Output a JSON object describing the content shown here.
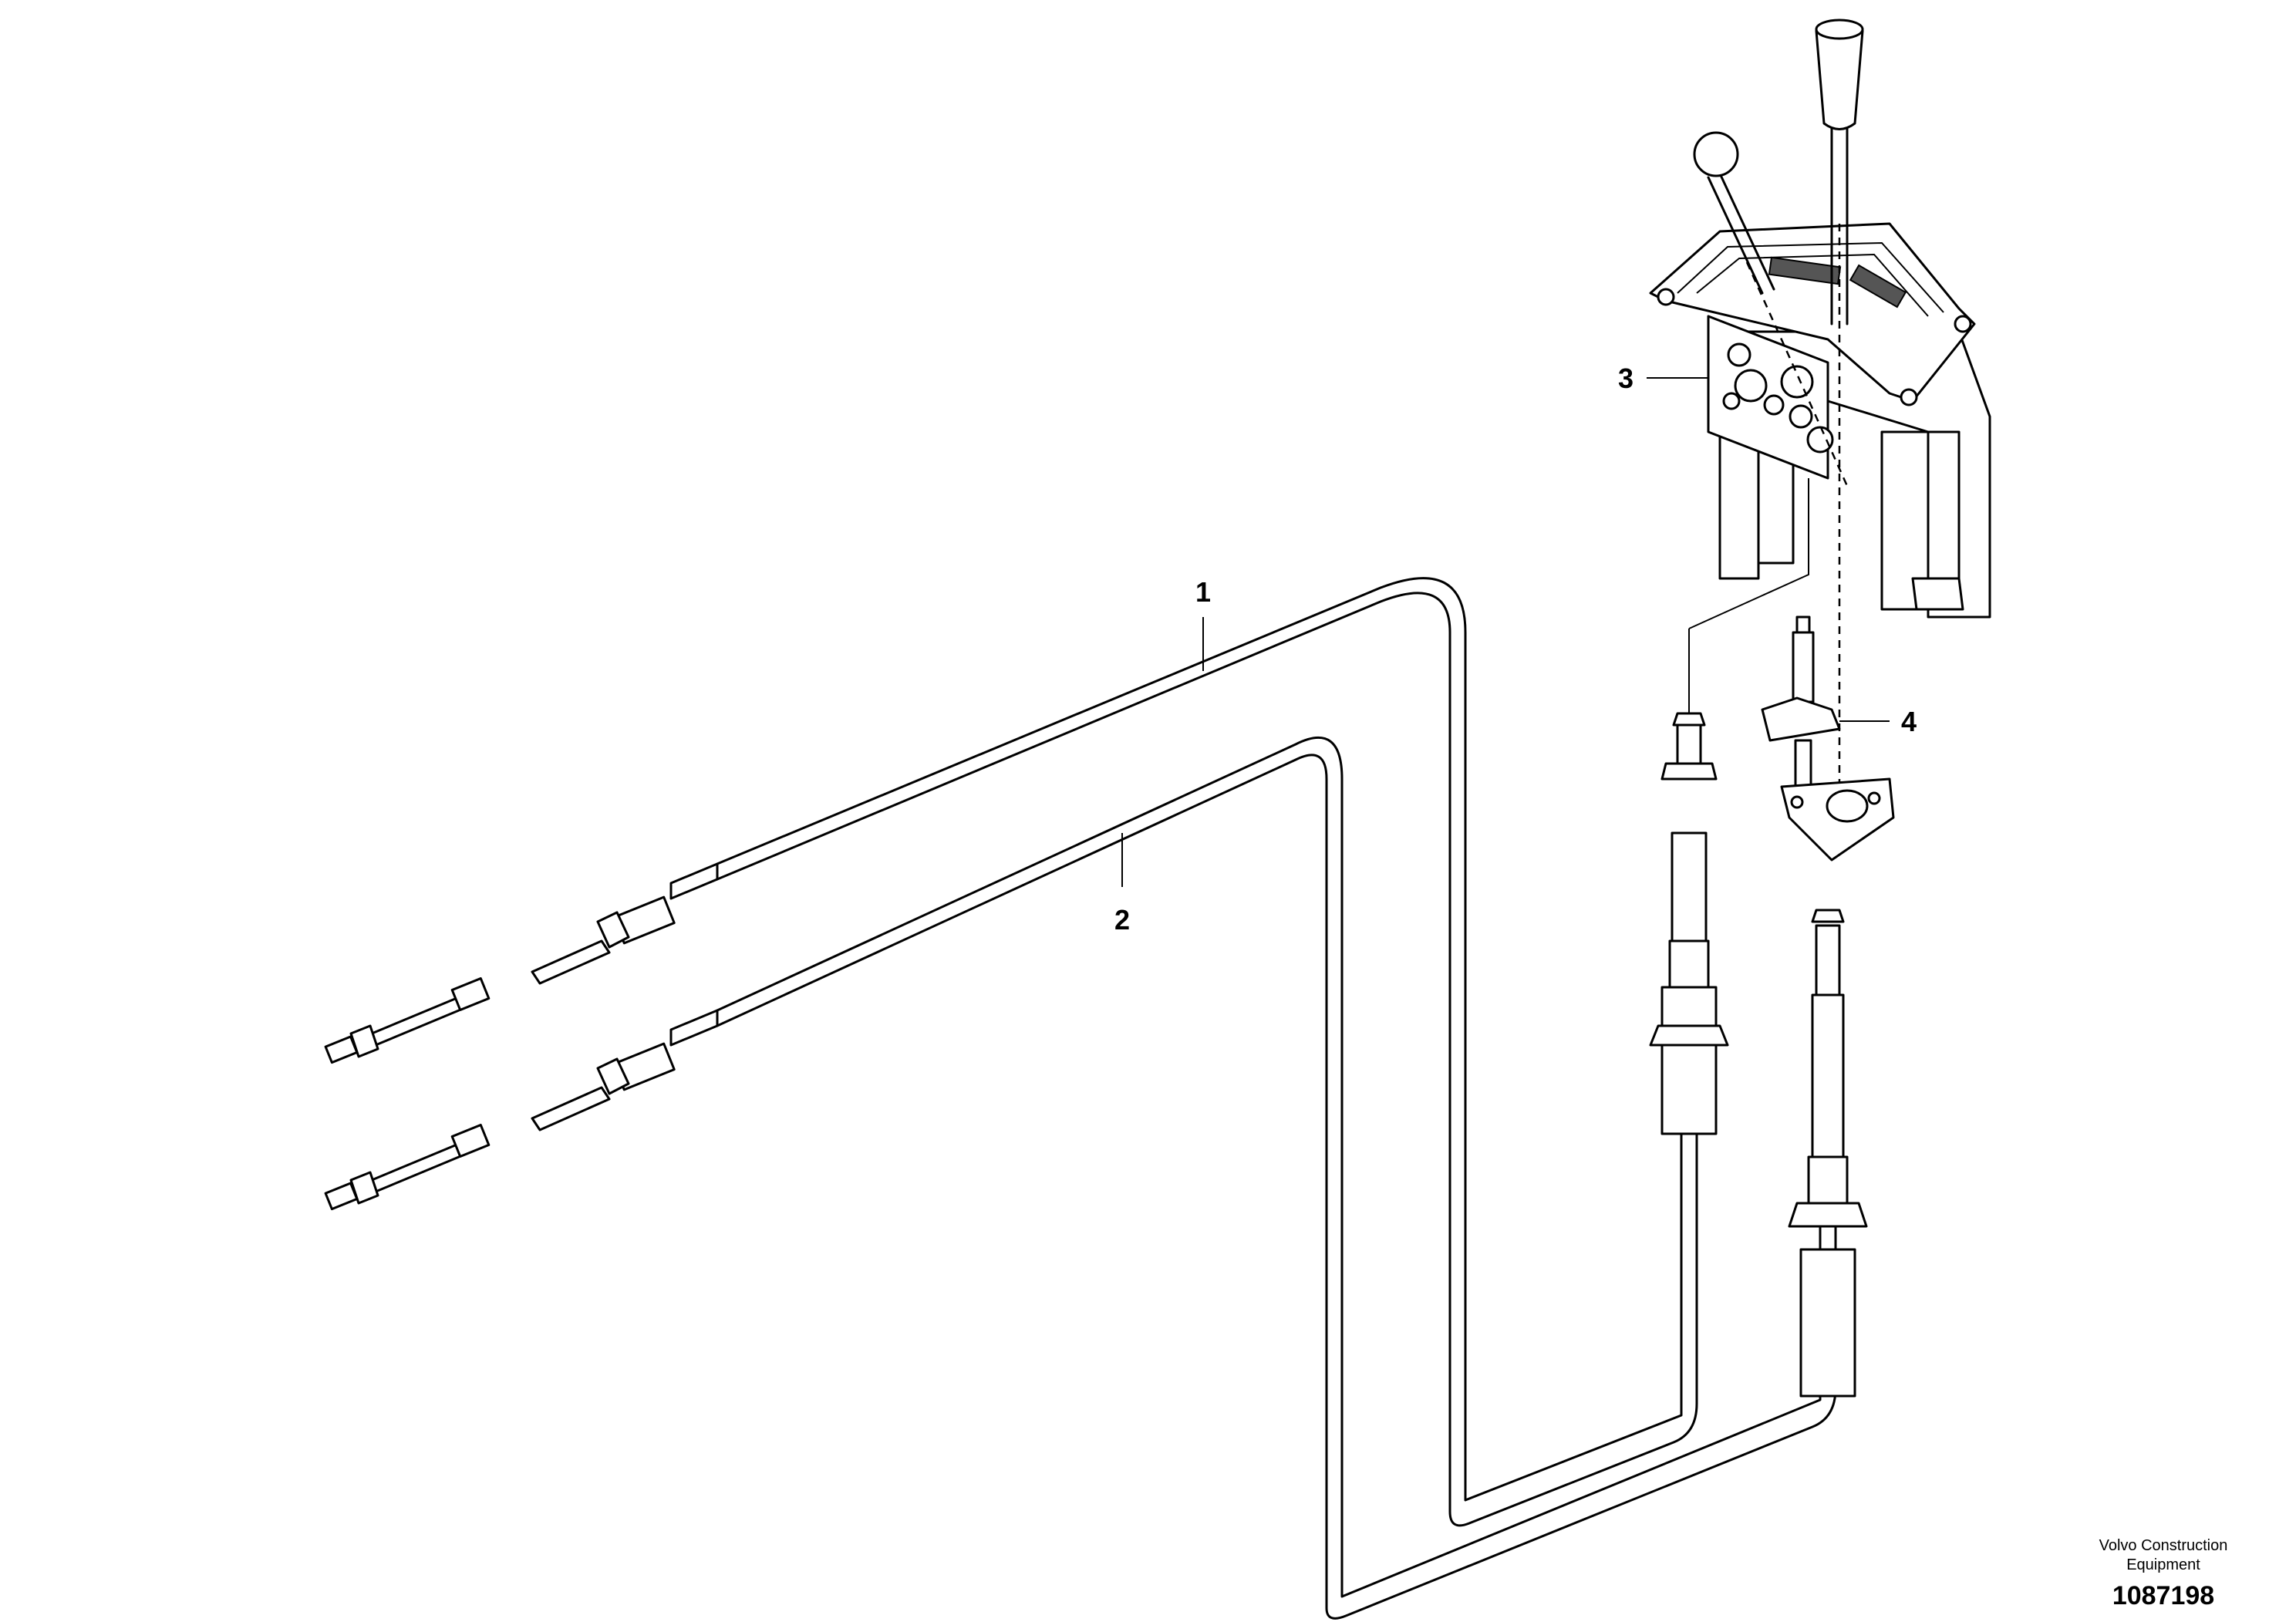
{
  "callouts": [
    {
      "id": "1",
      "label": "1"
    },
    {
      "id": "2",
      "label": "2"
    },
    {
      "id": "3",
      "label": "3"
    },
    {
      "id": "4",
      "label": "4"
    }
  ],
  "footer": {
    "brand_line1": "Volvo Construction",
    "brand_line2": "Equipment",
    "part_number": "1087198"
  }
}
